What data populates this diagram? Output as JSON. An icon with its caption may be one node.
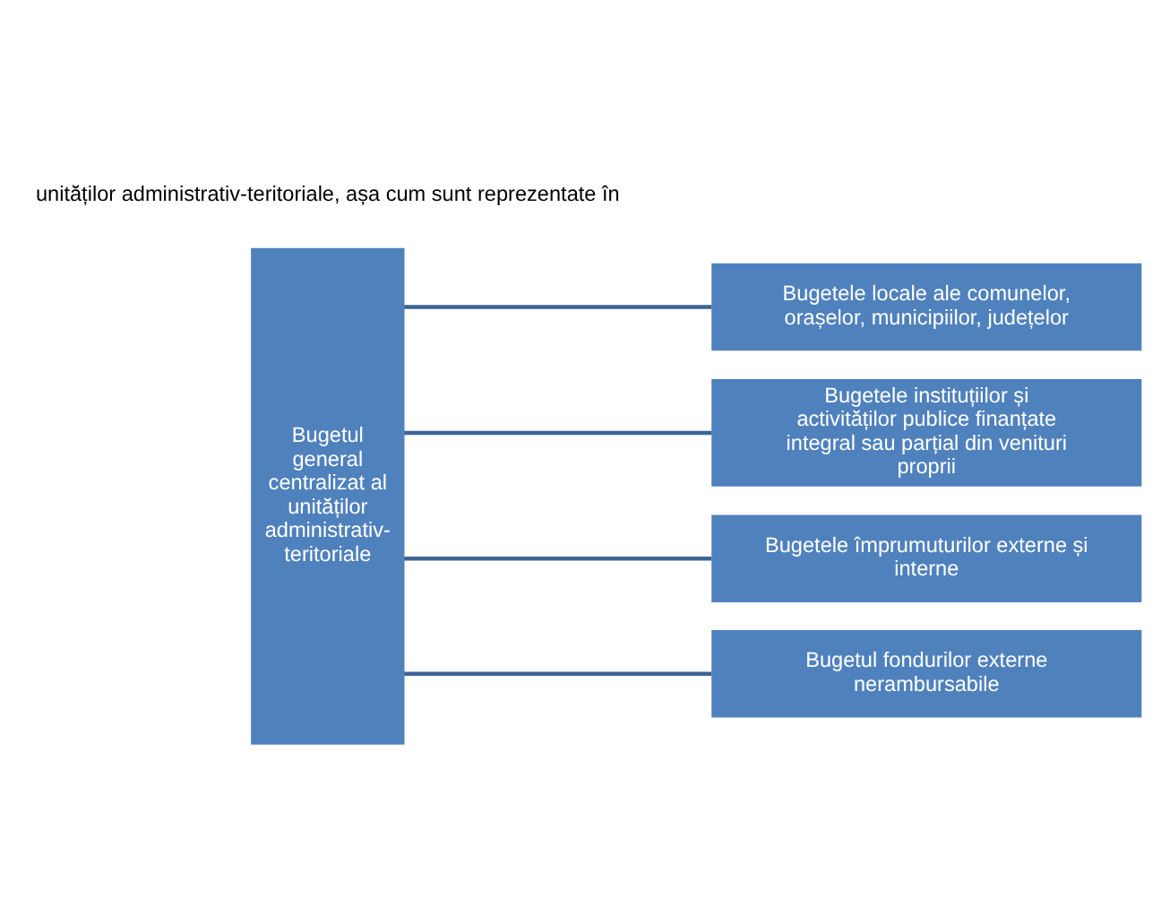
{
  "diagram": {
    "nodes": [
      {
        "text": [
          "Bugetul general centralizat al unităților administrativ-teritoriale"
        ]
      },
      {
        "text": [
          "Bugetele locale ale comunelor, orașelor, municipiilor, județelor"
        ]
      },
      {
        "text": [
          "Bugetele instituțiilor și activităților publice finanțate integral sau parțial din venituri proprii"
        ]
      },
      {
        "text": [
          "Bugetele împrumuturilor externe și interne"
        ]
      },
      {
        "text": [
          "Bugetul fondurilor externe nerambursabile"
        ]
      }
    ],
    "edges": [
      {
        "from": 0,
        "to": 1,
        "arrow": "none"
      },
      {
        "from": 0,
        "to": 2,
        "arrow": "none"
      },
      {
        "from": 0,
        "to": 3,
        "arrow": "none"
      },
      {
        "from": 0,
        "to": 4,
        "arrow": "none"
      }
    ],
    "labels": [
      "unităților administrativ-teritoriale, așa cum sunt reprezentate în"
    ]
  }
}
